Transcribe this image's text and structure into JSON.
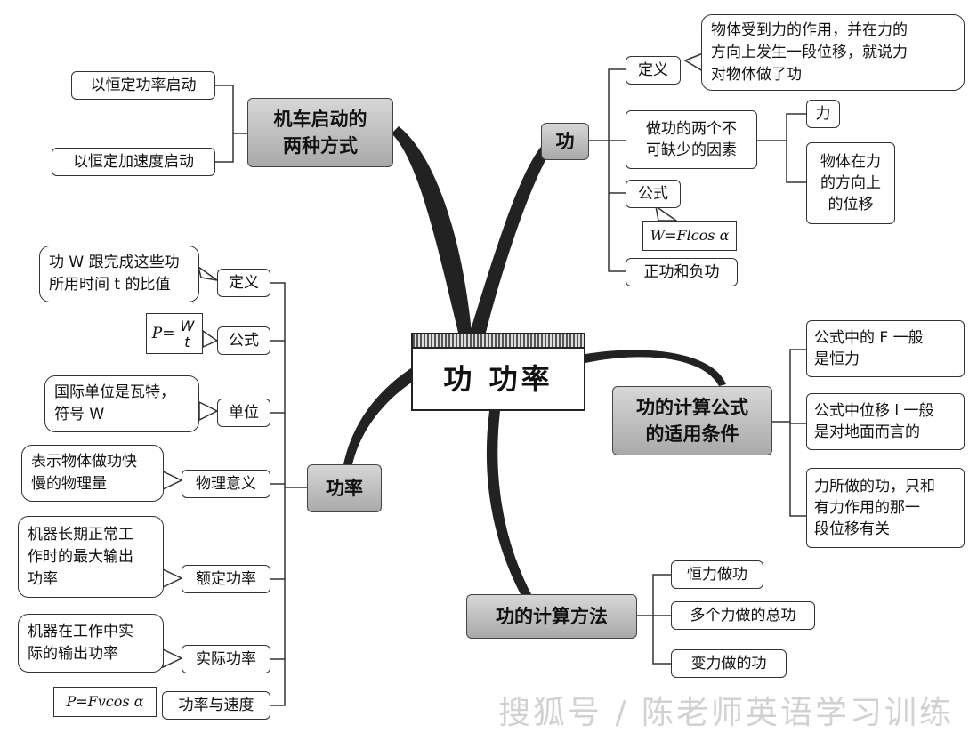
{
  "center": {
    "title": "功   功率"
  },
  "locomotive": {
    "title_line1": "机车启动的",
    "title_line2": "两种方式",
    "items": [
      "以恒定功率启动",
      "以恒定加速度启动"
    ]
  },
  "work": {
    "title": "功",
    "definition": {
      "label": "定义",
      "text_line1": "物体受到力的作用，并在力的",
      "text_line2": "方向上发生一段位移，就说力",
      "text_line3": "对物体做了功"
    },
    "factors": {
      "label_line1": "做功的两个不",
      "label_line2": "可缺少的因素",
      "factor1": "力",
      "factor2_line1": "物体在力",
      "factor2_line2": "的方向上",
      "factor2_line3": "的位移"
    },
    "formula": {
      "label": "公式",
      "text": "W=Flcos α"
    },
    "signs": "正功和负功"
  },
  "conditions": {
    "title_line1": "功的计算公式",
    "title_line2": "的适用条件",
    "items": [
      {
        "line1": "公式中的 F 一般",
        "line2": "是恒力"
      },
      {
        "line1": "公式中位移 l 一般",
        "line2": "是对地面而言的"
      },
      {
        "line1": "力所做的功，只和",
        "line2": "有力作用的那一",
        "line3": "段位移有关"
      }
    ]
  },
  "methods": {
    "title": "功的计算方法",
    "items": [
      "恒力做功",
      "多个力做的总功",
      "变力做的功"
    ]
  },
  "power": {
    "title": "功率",
    "definition": {
      "label": "定义",
      "line1": "功 W 跟完成这些功",
      "line2": "所用时间 t 的比值"
    },
    "formula": {
      "label": "公式",
      "lhs": "P=",
      "num": "W",
      "den": "t"
    },
    "unit": {
      "label": "单位",
      "line1": "国际单位是瓦特，",
      "line2": "符号 W"
    },
    "meaning": {
      "label": "物理意义",
      "line1": "表示物体做功快",
      "line2": "慢的物理量"
    },
    "rated": {
      "label": "额定功率",
      "line1": "机器长期正常工",
      "line2": "作时的最大输出",
      "line3": "功率"
    },
    "actual": {
      "label": "实际功率",
      "line1": "机器在工作中实",
      "line2": "际的输出功率"
    },
    "velocity": {
      "label": "功率与速度",
      "text": "P=Fvcos α"
    }
  },
  "watermark": "搜狐号 / 陈老师英语学习训练"
}
